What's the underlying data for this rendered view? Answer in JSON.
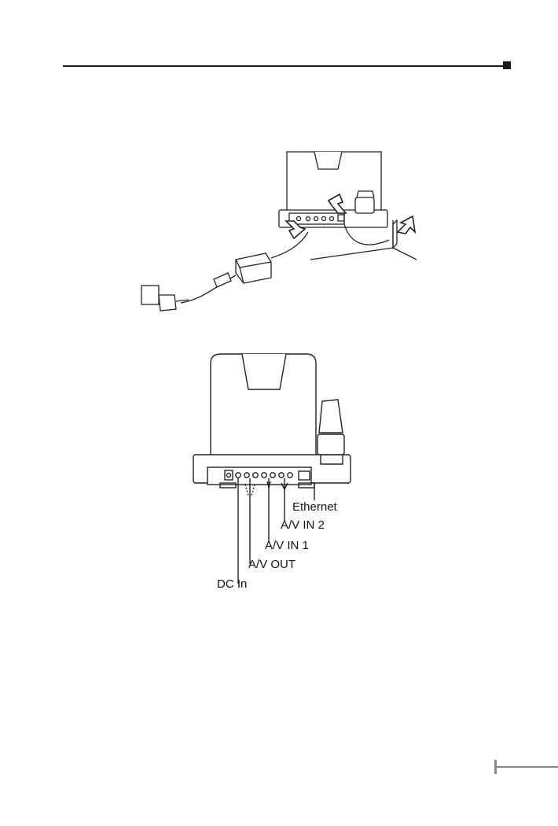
{
  "figure_bottom": {
    "labels": {
      "ethernet": "Ethernet",
      "av_in_2": "A/V IN 2",
      "av_in_1": "A/V IN 1",
      "av_out": "A/V OUT",
      "dc_in": "DC In"
    }
  }
}
